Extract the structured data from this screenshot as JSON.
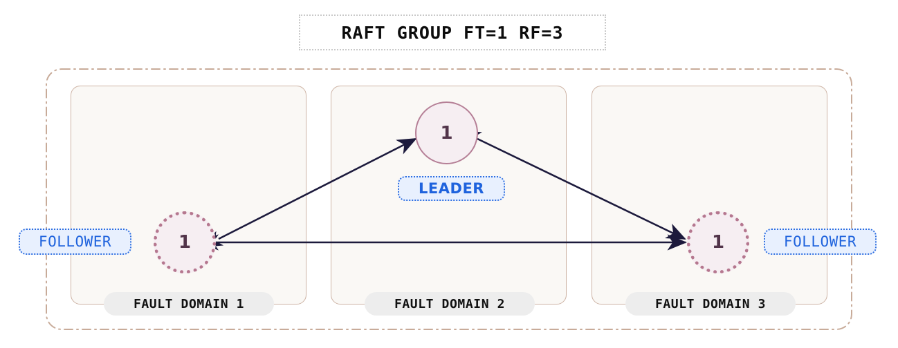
{
  "diagram": {
    "title": "RAFT GROUP FT=1 RF=3",
    "background_color": "#ffffff"
  },
  "colors": {
    "container_border": "#c8ab99",
    "domain_border": "#cdb3a4",
    "domain_fill": "#faf8f5",
    "node_fill": "#f6eef2",
    "node_border": "#b5778f",
    "node_text": "#52344a",
    "badge_text": "#1f63dd",
    "badge_fill": "#e8f0fe",
    "badge_border": "#2f6fe0",
    "edge_color": "#1c1a3c",
    "domain_label_fill": "#ededed",
    "domain_label_text": "#111111",
    "title_border": "#c9c9c9"
  },
  "fault_domains": [
    {
      "label": "FAULT DOMAIN 1"
    },
    {
      "label": "FAULT DOMAIN 2"
    },
    {
      "label": "FAULT DOMAIN 3"
    }
  ],
  "nodes": [
    {
      "id": "leader",
      "label": "1",
      "role": "LEADER",
      "domain": "FAULT DOMAIN 2",
      "border_style": "solid"
    },
    {
      "id": "follower-1",
      "label": "1",
      "role": "FOLLOWER",
      "domain": "FAULT DOMAIN 1",
      "border_style": "dotted"
    },
    {
      "id": "follower-2",
      "label": "1",
      "role": "FOLLOWER",
      "domain": "FAULT DOMAIN 3",
      "border_style": "dotted"
    }
  ],
  "badges": {
    "leader": "LEADER",
    "follower_left": "FOLLOWER",
    "follower_right": "FOLLOWER"
  },
  "edges": [
    {
      "from": "follower-1",
      "to": "leader",
      "direction": "both"
    },
    {
      "from": "leader",
      "to": "follower-2",
      "direction": "both"
    },
    {
      "from": "follower-1",
      "to": "follower-2",
      "direction": "both"
    }
  ]
}
